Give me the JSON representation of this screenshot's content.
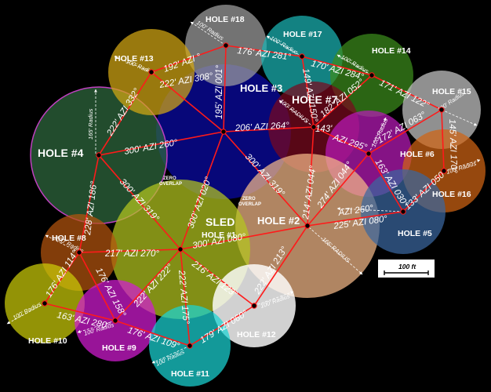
{
  "holes": [
    {
      "id": "h1",
      "label": "HOLE #1",
      "color": "#b4c61e"
    },
    {
      "id": "h2",
      "label": "HOLE #2",
      "color": "#f4b888"
    },
    {
      "id": "h3",
      "label": "HOLE #3",
      "color": "#0a0aa8"
    },
    {
      "id": "h4",
      "label": "HOLE #4",
      "color": "#2f6a3e"
    },
    {
      "id": "h5",
      "label": "HOLE #5",
      "color": "#3a66a0"
    },
    {
      "id": "h6",
      "label": "HOLE #6",
      "color": "#b81ab8"
    },
    {
      "id": "h7",
      "label": "HOLE #7",
      "color": "#7a0a1e"
    },
    {
      "id": "h8",
      "label": "HOLE #8",
      "color": "#b4540e"
    },
    {
      "id": "h9",
      "label": "HOLE #9",
      "color": "#d21cd2"
    },
    {
      "id": "h10",
      "label": "HOLE #10",
      "color": "#cccc08"
    },
    {
      "id": "h11",
      "label": "HOLE #11",
      "color": "#1ad4d4"
    },
    {
      "id": "h12",
      "label": "HOLE #12",
      "color": "#ffffff"
    },
    {
      "id": "h13",
      "label": "HOLE #13",
      "color": "#d4a814"
    },
    {
      "id": "h14",
      "label": "HOLE #14",
      "color": "#3c8c1c"
    },
    {
      "id": "h15",
      "label": "HOLE #15",
      "color": "#c8c8c8"
    },
    {
      "id": "h16",
      "label": "HOLE #16",
      "color": "#d06414"
    },
    {
      "id": "h17",
      "label": "HOLE #17",
      "color": "#1ab4b4"
    },
    {
      "id": "h18",
      "label": "HOLE #18",
      "color": "#a0a0a0"
    }
  ],
  "sled": {
    "label": "SLED"
  },
  "segments": [
    {
      "text": "217' AZI 270°"
    },
    {
      "text": "300' AZI 080°"
    },
    {
      "text": "300' AZI 020°"
    },
    {
      "text": "300' AZI 319°"
    },
    {
      "text": "222' AZI 222°"
    },
    {
      "text": "222' AZI 175°"
    },
    {
      "text": "216' AZI 123°"
    },
    {
      "text": "228' AZI 186°"
    },
    {
      "text": "300' AZI 260°"
    },
    {
      "text": "222' AZI 332°"
    },
    {
      "text": "222' AZI 308°"
    },
    {
      "text": "192' AZI °"
    },
    {
      "text": "195' AZI 001°"
    },
    {
      "text": "206' AZI 264°"
    },
    {
      "text": "300' AZI 319°"
    },
    {
      "text": "176' AZI 281°"
    },
    {
      "text": "170' AZI 284°"
    },
    {
      "text": "149' AZI 150°"
    },
    {
      "text": "182' AZI 052°"
    },
    {
      "text": "143'"
    },
    {
      "text": "171' AZI 122°"
    },
    {
      "text": "145' AZI 170°"
    },
    {
      "text": "AZI 295°"
    },
    {
      "text": "172' AZI 063°"
    },
    {
      "text": "163' AZI 030°"
    },
    {
      "text": "133' AZI 050°"
    },
    {
      "text": "274' AZI 044°"
    },
    {
      "text": "214' AZI 044°"
    },
    {
      "text": "225' AZI 080°"
    },
    {
      "text": "AZI 260°"
    },
    {
      "text": "176' AZI 114°"
    },
    {
      "text": "176' AZI 158°"
    },
    {
      "text": "163' AZI 280°"
    },
    {
      "text": "176' AZI 109°"
    },
    {
      "text": "179' AZI 060°"
    },
    {
      "text": "222' AZI 213°"
    }
  ],
  "radius_labels": {
    "r100": "100' Radius",
    "r100_upper": "100' RADIUS",
    "r165": "165' RADIUS",
    "r165_mixed": "165' Radius"
  },
  "zero_overlap": {
    "line1": "ZERO",
    "line2": "OVERLAP"
  },
  "scale_bar": {
    "label": "100 ft"
  }
}
